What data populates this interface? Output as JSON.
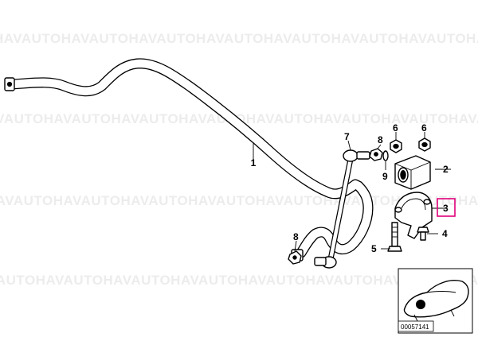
{
  "watermark": {
    "text": "HAVAUTO"
  },
  "parts": [
    {
      "id": "part-1",
      "number": "1"
    },
    {
      "id": "part-2",
      "number": "2"
    },
    {
      "id": "part-3",
      "number": "3",
      "highlight_color": "#e0007a"
    },
    {
      "id": "part-4",
      "number": "4"
    },
    {
      "id": "part-5",
      "number": "5"
    },
    {
      "id": "part-6a",
      "number": "6"
    },
    {
      "id": "part-6b",
      "number": "6"
    },
    {
      "id": "part-7",
      "number": "7"
    },
    {
      "id": "part-8a",
      "number": "8"
    },
    {
      "id": "part-8b",
      "number": "8"
    },
    {
      "id": "part-9",
      "number": "9"
    }
  ],
  "inset": {
    "diagram_id": "00057141"
  },
  "colors": {
    "line": "#000000",
    "background": "#ffffff",
    "watermark": "#ececec",
    "highlight": "#e0007a"
  }
}
